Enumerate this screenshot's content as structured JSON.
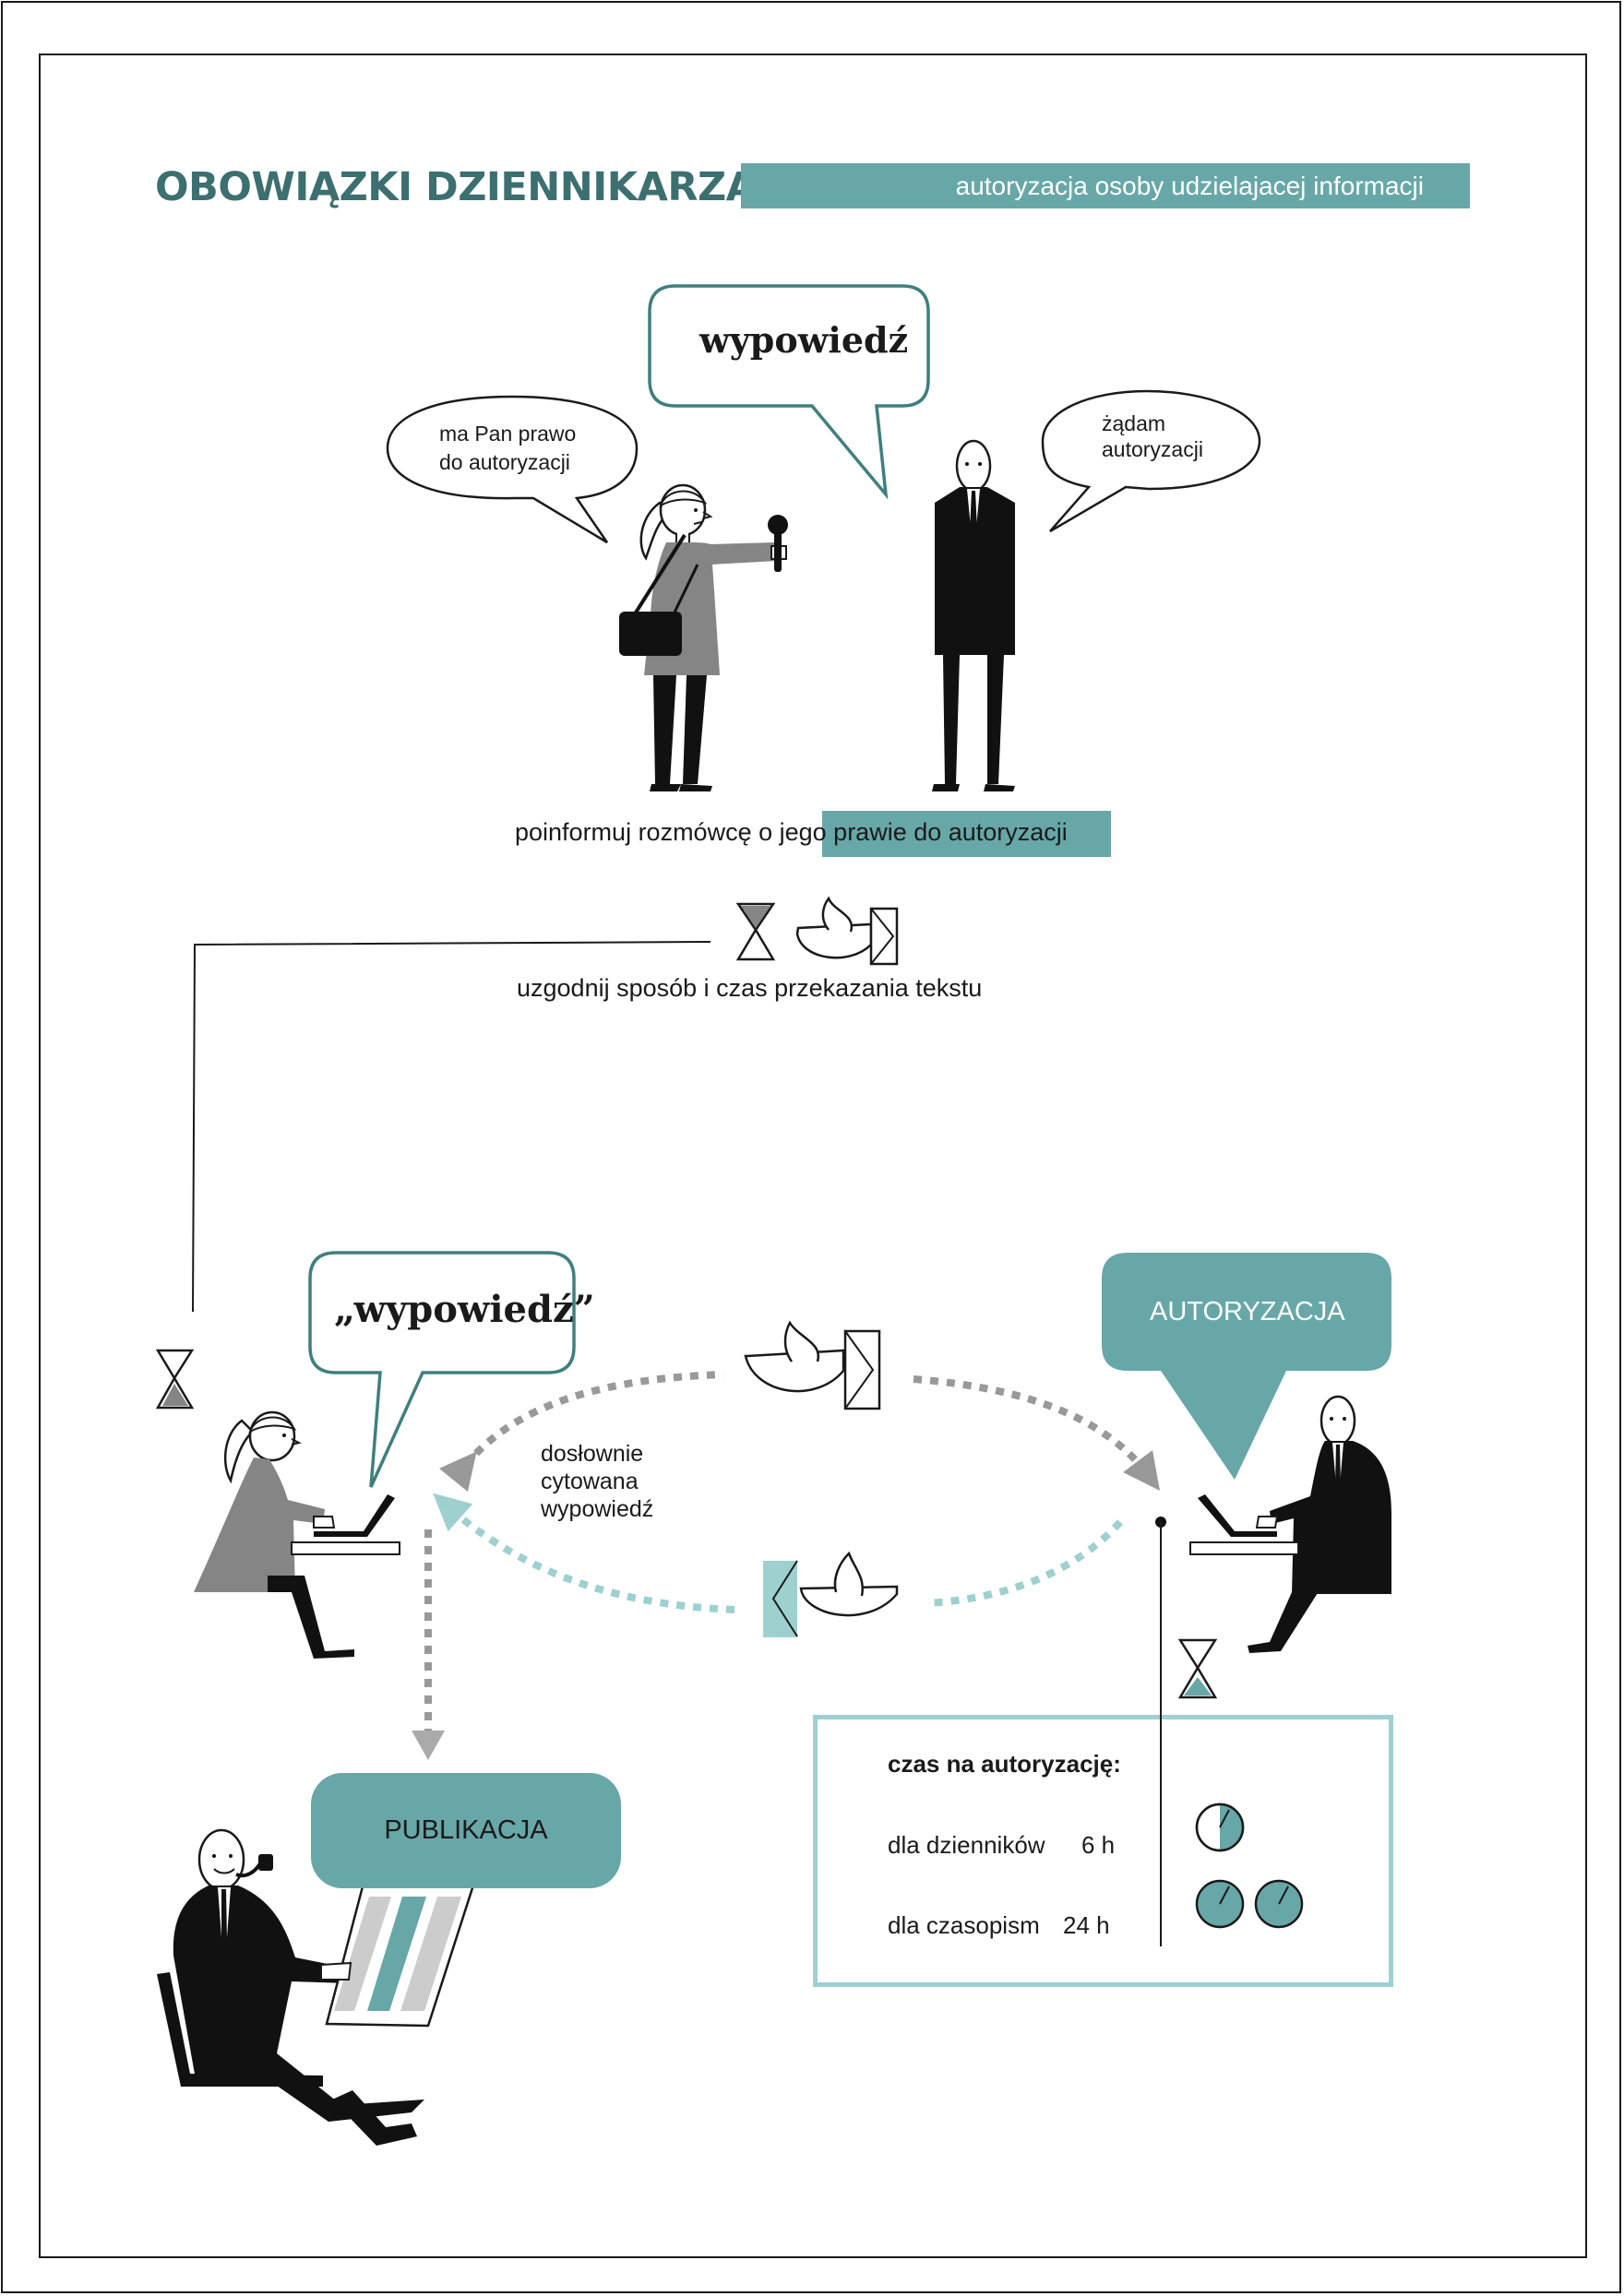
{
  "header": {
    "title": "OBOWIĄZKI DZIENNIKARZA",
    "subtitle": "autoryzacja osoby udzielajacej informacji"
  },
  "interview": {
    "bubble_center": "wypowiedź",
    "bubble_journalist": [
      "ma Pan prawo",
      "do autoryzacji"
    ],
    "bubble_source": [
      "żądam",
      "autoryzacji"
    ],
    "inform_text_plain": "poinformuj rozmówcę o jego ",
    "inform_text_highlight": "prawie do autoryzacji",
    "agree_text": "uzgodnij sposób i czas przekazania tekstu"
  },
  "exchange": {
    "quote_bubble": "„wypowiedź”",
    "authorization_bubble": "AUTORYZACJA",
    "verbatim_label": [
      "dosłownie",
      "cytowana",
      "wypowiedź"
    ],
    "publication_bubble": "PUBLIKACJA"
  },
  "time_box": {
    "heading": "czas na autoryzację:",
    "rows": [
      {
        "label": "dla dzienników",
        "value": "6 h"
      },
      {
        "label": "dla czasopism",
        "value": "24 h"
      }
    ]
  },
  "colors": {
    "accent": "#68a7a7",
    "title": "#3c6f70",
    "light_accent": "#9ed0d0",
    "gray_figure": "#858585",
    "dark": "#111111"
  },
  "icons": [
    "hourglass-icon",
    "envelope-icon",
    "clock-icon",
    "microphone-icon",
    "laptop-icon",
    "newspaper-icon",
    "pipe-icon"
  ]
}
